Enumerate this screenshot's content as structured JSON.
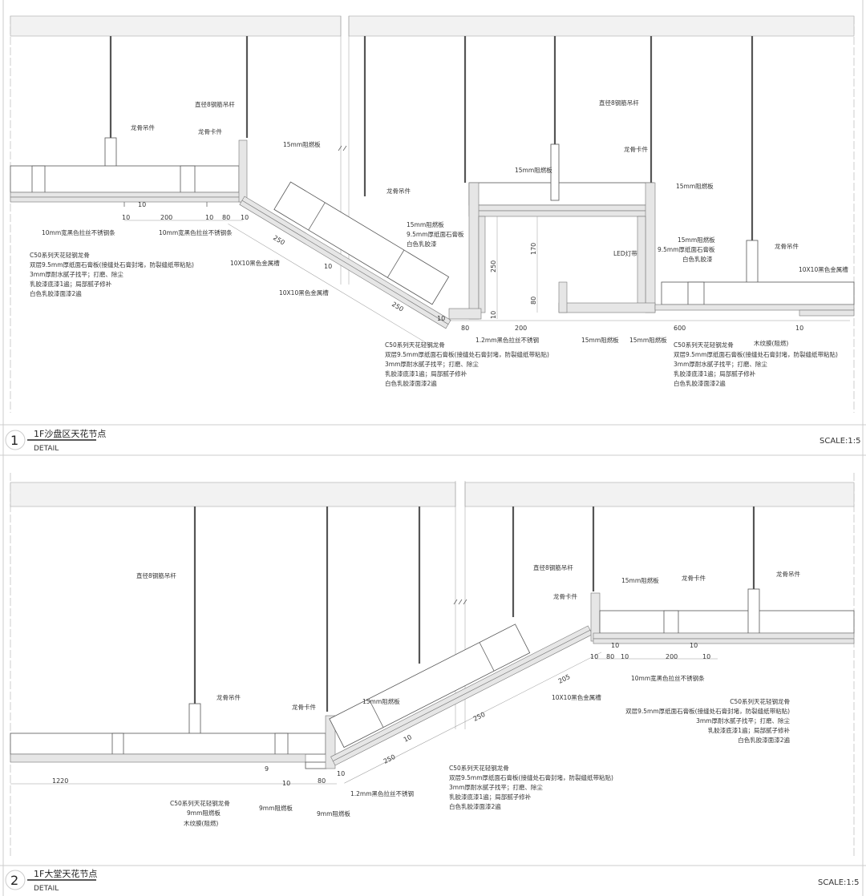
{
  "detail1": {
    "number": "1",
    "title": "1F沙盘区天花节点",
    "subtitle": "DETAIL",
    "scale": "SCALE:1:5",
    "left": {
      "hanger": "龙骨吊件",
      "clip": "龙骨卡件",
      "fireboard": "15mm阻燃板",
      "rod": "直径8钢筋吊杆",
      "strip_a": "10mm宽黑色拉丝不锈钢条",
      "strip_b": "10mm宽黑色拉丝不锈钢条",
      "groove_a": "10X10黑色金属槽",
      "groove_b": "10X10黑色金属槽",
      "dims": {
        "d200": "200",
        "d80": "80",
        "d10a": "10",
        "d10b": "10",
        "d10c": "10",
        "d10d": "10",
        "d250a": "250",
        "d250b": "250",
        "d10e": "10"
      },
      "spec": [
        "C50系列天花轻钢龙骨",
        "双层9.5mm厚纸面石膏板(接缝处石膏封堵，防裂缝纸带粘贴)",
        "3mm厚耐水腻子找平；打磨、除尘",
        "乳胶漆底漆1遍；局部腻子修补",
        "白色乳胶漆面漆2遍"
      ]
    },
    "middle": {
      "hanger": "龙骨吊件",
      "fireboard_top": "15mm阻燃板",
      "clip": "龙骨卡件",
      "layers": [
        "15mm阻燃板",
        "9.5mm厚纸面石膏板",
        "白色乳胶漆"
      ],
      "led": "LED灯带",
      "steel": "1.2mm黑色拉丝不锈钢",
      "fire_a": "15mm阻燃板",
      "fire_b": "15mm阻燃板",
      "dims": {
        "d250": "250",
        "d170": "170",
        "d80v": "80",
        "d10v": "10",
        "d10h": "10",
        "d80": "80",
        "d200": "200"
      },
      "spec": [
        "C50系列天花轻钢龙骨",
        "双层9.5mm厚纸面石膏板(接缝处石膏封堵，防裂缝纸带粘贴)",
        "3mm厚耐水腻子找平；打磨、除尘",
        "乳胶漆底漆1遍；局部腻子修补",
        "白色乳胶漆面漆2遍"
      ]
    },
    "right": {
      "rod": "直径8钢筋吊杆",
      "fireboard_top": "15mm阻燃板",
      "layers": [
        "15mm阻燃板",
        "9.5mm厚纸面石膏板",
        "白色乳胶漆"
      ],
      "hanger": "龙骨吊件",
      "groove": "10X10黑色金属槽",
      "d600": "600",
      "d10": "10",
      "film": "木纹膜(阻燃)",
      "spec": [
        "C50系列天花轻钢龙骨",
        "双层9.5mm厚纸面石膏板(接缝处石膏封堵，防裂缝纸带粘贴)",
        "3mm厚耐水腻子找平；打磨、除尘",
        "乳胶漆底漆1遍；局部腻子修补",
        "白色乳胶漆面漆2遍"
      ]
    }
  },
  "detail2": {
    "number": "2",
    "title": "1F大堂天花节点",
    "subtitle": "DETAIL",
    "scale": "SCALE:1:5",
    "left": {
      "rod": "直径8钢筋吊杆",
      "hanger": "龙骨吊件",
      "clip": "龙骨卡件",
      "fireboard": "15mm阻燃板",
      "d1220": "1220",
      "d10": "10",
      "d80": "80",
      "d10b": "10",
      "d9": "9",
      "d250": "250",
      "d10c": "10",
      "steel": "1.2mm黑色拉丝不锈钢",
      "stack": [
        "C50系列天花轻钢龙骨",
        "9mm阻燃板",
        "木纹膜(阻燃)"
      ],
      "board_a": "9mm阻燃板",
      "board_b": "9mm阻燃板",
      "spec": [
        "C50系列天花轻钢龙骨",
        "双层9.5mm厚纸面石膏板(接缝处石膏封堵，防裂缝纸带粘贴)",
        "3mm厚耐水腻子找平；打磨、除尘",
        "乳胶漆底漆1遍；局部腻子修补",
        "白色乳胶漆面漆2遍"
      ]
    },
    "right": {
      "rod": "直径8钢筋吊杆",
      "clip_slope": "龙骨卡件",
      "fireboard": "15mm阻燃板",
      "clip": "龙骨卡件",
      "hanger": "龙骨吊件",
      "dims": {
        "d10a": "10",
        "d80": "80",
        "d10b": "10",
        "d200": "200",
        "d10c": "10",
        "d10d": "10",
        "d10e": "10",
        "d205": "205",
        "d250": "250"
      },
      "strip": "10mm宽黑色拉丝不锈钢条",
      "groove": "10X10黑色金属槽",
      "spec": [
        "C50系列天花轻钢龙骨",
        "双层9.5mm厚纸面石膏板(接缝处石膏封堵，防裂缝纸带粘贴)",
        "3mm厚耐水腻子找平；打磨、除尘",
        "乳胶漆底漆1遍；局部腻子修补",
        "白色乳胶漆面漆2遍"
      ]
    }
  }
}
